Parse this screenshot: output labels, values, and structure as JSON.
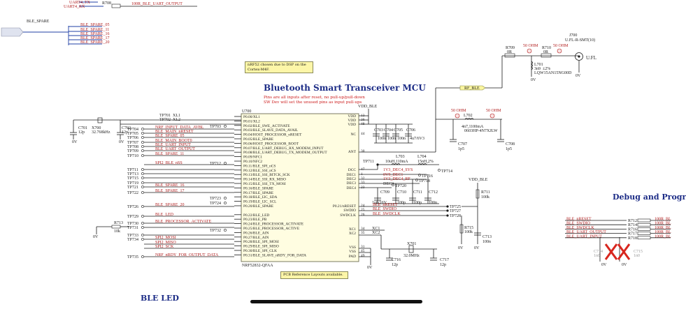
{
  "sheet": {
    "mcu_title": "Bluetooth Smart Transceiver MCU",
    "mcu_notes": [
      "Pins are all inputs after reset, no pull-up/pull-down",
      "SW Dev will set the unused pins as input pull-ups"
    ],
    "sticky_dsp": [
      "nRF52 chosen due to DSP on the",
      "Cortex-M4F."
    ],
    "sticky_pcb": "PCB Reference Layouts available.",
    "debug_title": "Debug and Progr",
    "led_title": "BLE LED",
    "chip": {
      "ref": "U700",
      "part": "NRF52832-QFAA",
      "vdd_net": "VDD_BLE",
      "left_pins": [
        "P0.00/XL1",
        "P0.01/XL2",
        "P0.02/BLE_SWE_ACTIVATE",
        "P0.03/BLE_SLAVE_DATA_AVAIL",
        "P0.04/HOST_PROCESSOR_nRESET",
        "P0.05/BLE_SPARE",
        "P0.06/HOST_PROCESSOR_BOOT",
        "P0.07/BLE_UART_DEBUG_RX_MODEM_INPUT",
        "P0.08/BLE_UART_DEBUG_TX_MODEM_OUTPUT",
        "P0.09/NFC1",
        "P0.10/NFC2",
        "P0.11/BLE_SPI_nCS",
        "P0.12/BLE_SSI_nCS",
        "P0.13/BLE_SSI_BITCK_SCK",
        "P0.14/BLE_SSI_RX_MISO",
        "P0.15/BLE_SSI_TX_MOSI",
        "P0.16/BLE_SPARE",
        "P0.17/BLE_SPARE",
        "P0.18/BLE_I2C_SDA",
        "P0.19/BLE_I2C_SCL",
        "P0.20/BLE_SPARE",
        "",
        "P0.22/BLE_LED",
        "P0.23/BLE_PB",
        "P0.24/BLE_PROCESSOR_ACTIVATE",
        "P0.25/BLE_PROCESSOR_ACTIVE",
        "P0.26/BLE_AIN",
        "P0.27/BLE_AIN",
        "P0.28/BLE_SPI_MOSI",
        "P0.29/BLE_SPI_MISO",
        "P0.30/BLE_SPI_CLK",
        "P0.31/BLE_SLAVE_nRDY_FOR_DATA"
      ],
      "right_pins": [
        {
          "name": "VDD",
          "num": "13"
        },
        {
          "name": "VDD",
          "num": "36"
        },
        {
          "name": "VDD",
          "num": "48"
        },
        {
          "name": "NC",
          "num": "44"
        },
        {
          "name": "ANT",
          "num": "30"
        },
        {
          "name": "DCC",
          "num": "47"
        },
        {
          "name": "DEC1",
          "num": "1"
        },
        {
          "name": "DEC2",
          "num": "32"
        },
        {
          "name": "DEC3",
          "num": "33"
        },
        {
          "name": "DEC4",
          "num": "23"
        },
        {
          "name": "P0.21/nRESET",
          "num": "24"
        },
        {
          "name": "SWDIO",
          "num": "25"
        },
        {
          "name": "SWDCLK",
          "num": "26"
        },
        {
          "name": "XC1",
          "num": "34"
        },
        {
          "name": "XC2",
          "num": "35"
        },
        {
          "name": "VSS",
          "num": "31"
        },
        {
          "name": "VSS",
          "num": "45"
        },
        {
          "name": "PAD",
          "num": "49"
        }
      ]
    },
    "left_nets": {
      "top": [
        "UART4_TX",
        "UART4_RX"
      ],
      "r708": "R708",
      "r708_net": "100R_BLE_UART_OUTPUT",
      "spare_bus": "BLE_SPARE",
      "spare_list": [
        "BLE_SPARE_05",
        "BLE_SPARE_11",
        "BLE_SPARE_16",
        "BLE_SPARE_17",
        "BLE_SPARE_20"
      ],
      "xtal": {
        "ref": "X700",
        "freq": "32.768kHz",
        "c1": "C701",
        "c1v": "12p",
        "c2": "C702",
        "c2v": "12p",
        "xl1": "XL1",
        "xl2": "XL2"
      },
      "tp_nets": [
        {
          "tp": "TP704",
          "net": "NRF_INPUT_DATA_AVBL"
        },
        {
          "tp": "TP705",
          "net": "BLE_MAIN_nRESET"
        },
        {
          "tp": "TP706",
          "net": "BLE_SPARE_05"
        },
        {
          "tp": "TP707",
          "net": "BLE_MAIN_BOOT0"
        },
        {
          "tp": "TP708",
          "net": "BLE_UART_INPUT"
        },
        {
          "tp": "TP709",
          "net": "BLE_UART_OUTPUT"
        },
        {
          "tp": "TP710",
          "net": "BLE_SPARE_11"
        },
        {
          "tp": "",
          "net": "SPI2_BLE_nSS"
        },
        {
          "tp": "TP711",
          "net": ""
        },
        {
          "tp": "TP713",
          "net": ""
        },
        {
          "tp": "TP715",
          "net": ""
        },
        {
          "tp": "TP719",
          "net": ""
        },
        {
          "tp": "TP721",
          "net": "BLE_SPARE_16"
        },
        {
          "tp": "TP722",
          "net": "BLE_SPARE_17"
        },
        {
          "tp": "TP726",
          "net": "BLE_SPARE_20"
        },
        {
          "tp": "TP729",
          "net": "BLE_LED"
        },
        {
          "tp": "TP730",
          "net": "BLE_PROCESSOR_ACTIVATE"
        },
        {
          "tp": "TP731",
          "net": ""
        },
        {
          "tp": "TP733",
          "net": ""
        },
        {
          "tp": "TP734",
          "net": "SPI2_MOSI"
        },
        {
          "tp": "",
          "net": "SPI2_MISO"
        },
        {
          "tp": "",
          "net": "SPI2_SCK"
        },
        {
          "tp": "TP735",
          "net": "NRF_nRDY_FOR_OUTPUT_DATA"
        }
      ],
      "inner_tps": [
        "TP701",
        "TP702",
        "TP703",
        "TP712",
        "TP723",
        "TP724",
        "TP732"
      ],
      "r713": "R713",
      "r713v": "10k",
      "gnd": "0V"
    },
    "right_nets": {
      "rf_label": "RF_BLE",
      "ohm50": "50 OHM",
      "r709": "R709",
      "r709v": "0R",
      "r710": "R710",
      "r710v": "0R",
      "j700": "J700",
      "j700p": "U.FL-R-SMT(10)",
      "ufl": "U.FL",
      "l701": "L701",
      "l701v": [
        "3n9",
        "±2%",
        "LQW15AN15NG00D"
      ],
      "l702": "L702",
      "l702v": [
        "4n7,1100mA",
        "0603HP-4N7XJLW"
      ],
      "c707": "C707",
      "c707v": "1p5",
      "c708": "C708",
      "c708v": "1p5",
      "caps_vdd": [
        {
          "ref": "C703",
          "val": "100n"
        },
        {
          "ref": "C704",
          "val": "100n"
        },
        {
          "ref": "C705",
          "val": "100n"
        },
        {
          "ref": "C706",
          "val": "4u7/6V3"
        }
      ],
      "l703": "L703",
      "l703v": "10uH,110mA",
      "l704": "L704",
      "l704v": "15nH,2%",
      "dec_nets": [
        "1V3_DEC4_SYS",
        "0V9_DEC1",
        "1V3_DEC4_RF",
        "DEC3"
      ],
      "tp714": "TP714",
      "tp716": "TP716",
      "tp718": "TP718",
      "tp720": "TP720",
      "tp717": "TP717",
      "c709": "C709",
      "c709v": "1u0/16V",
      "c710": "C710",
      "c710v": "100p",
      "c711": "C711",
      "c711v": "100p",
      "c712": "C712",
      "c712v": "100n",
      "swd_nets": [
        {
          "net": "BLE_nRESET",
          "tp": "TP725"
        },
        {
          "net": "BLE_SWDIO",
          "tp": "TP727"
        },
        {
          "net": "BLE_SWDCLK",
          "tp": "TP728"
        }
      ],
      "r711": "R711",
      "r711v": "100k",
      "r715": "R715",
      "r715v": "100k",
      "c713": "C713",
      "c713v": "100n",
      "xc": [
        "XC1",
        "XC2"
      ],
      "x701": "X701",
      "x701f": "32.0MHz",
      "c716": "C716",
      "c716v": "12p",
      "c717": "C717",
      "c717v": "12p",
      "debug_nets": [
        {
          "net": "BLE_nRESET",
          "r": "R712",
          "out": "100R_BL"
        },
        {
          "net": "BLE_SWDIO",
          "r": "R714",
          "out": "100R_BL"
        },
        {
          "net": "BLE_SWDCLK",
          "r": "R716",
          "out": "100R_BL"
        },
        {
          "net": "BLE_UART_OUTPUT",
          "r": "R717",
          "out": "100R_BL"
        },
        {
          "net": "BLE_UART_INPUT",
          "r": "R718",
          "out": "100R_BL"
        }
      ],
      "dnp_caps": [
        {
          "ref": "C714",
          "val": "1n0"
        },
        {
          "ref": "C715",
          "val": "1n0"
        }
      ]
    }
  }
}
